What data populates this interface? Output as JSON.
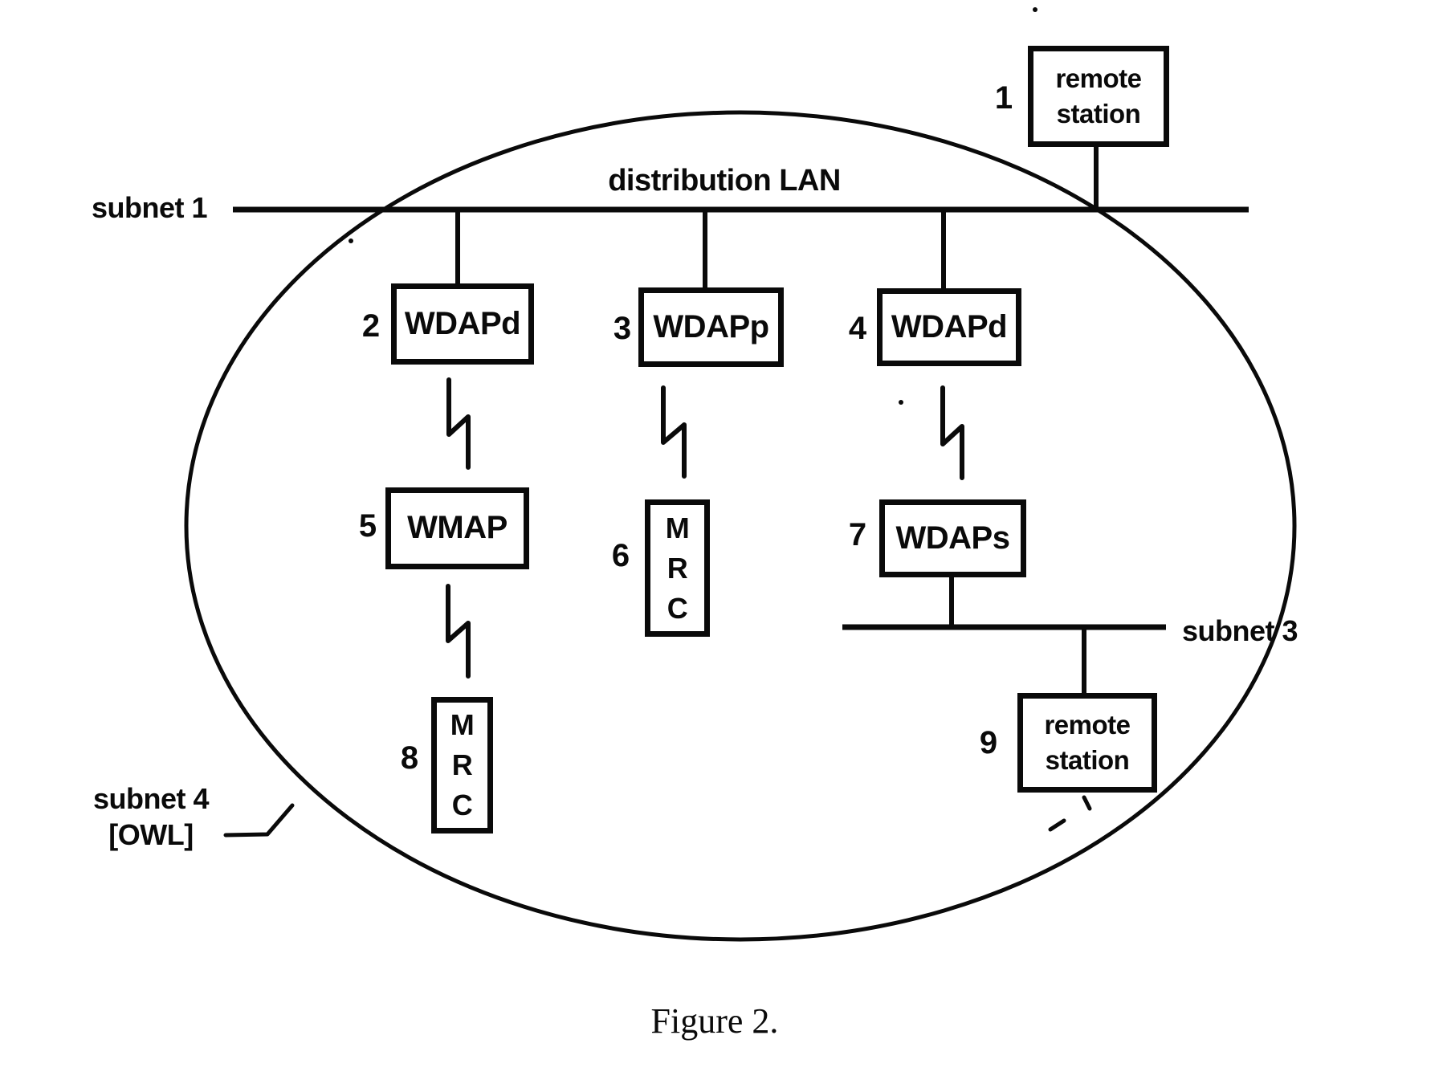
{
  "figure_caption": "Figure 2.",
  "labels": {
    "subnet1": "subnet 1",
    "distribution_lan": "distribution LAN",
    "subnet3": "subnet 3",
    "subnet4": "subnet 4\n[OWL]"
  },
  "nodes": {
    "n1": {
      "num": "1",
      "label": "remote\nstation"
    },
    "n2": {
      "num": "2",
      "label": "WDAPd"
    },
    "n3": {
      "num": "3",
      "label": "WDAPp"
    },
    "n4": {
      "num": "4",
      "label": "WDAPd"
    },
    "n5": {
      "num": "5",
      "label": "WMAP"
    },
    "n6": {
      "num": "6",
      "label": "M\nR\nC"
    },
    "n7": {
      "num": "7",
      "label": "WDAPs"
    },
    "n8": {
      "num": "8",
      "label": "M\nR\nC"
    },
    "n9": {
      "num": "9",
      "label": "remote\nstation"
    }
  },
  "colors": {
    "ink": "#0a0a0a",
    "background": "#ffffff"
  }
}
